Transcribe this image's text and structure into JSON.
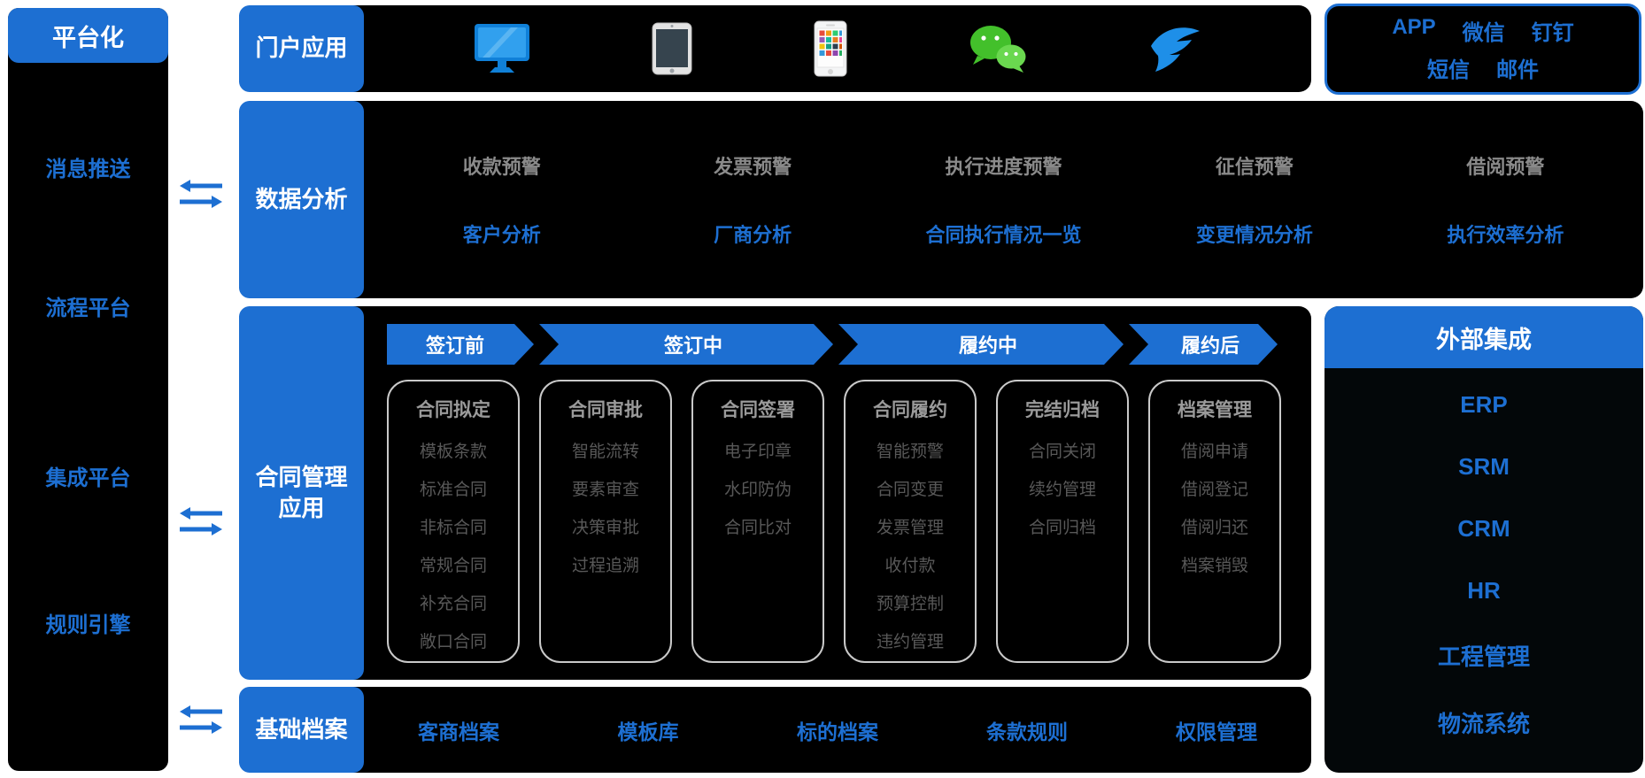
{
  "colors": {
    "accent_blue": "#1d6fd2",
    "panel_black": "#000000",
    "warning_gray": "#8a8a8a",
    "card_title_gray": "#9a9a9a",
    "card_item_gray": "#585858",
    "card_border_gray": "#c9c9c9",
    "wechat_green": "#43c02b",
    "device_blue": "#1e8fe8",
    "label_text_white": "#ffffff"
  },
  "sidebar": {
    "title": "平台化",
    "items": [
      "消息推送",
      "流程平台",
      "集成平台",
      "规则引擎"
    ]
  },
  "portal": {
    "label": "门户应用",
    "icons": [
      "desktop-icon",
      "tablet-icon",
      "smartphone-icon",
      "wechat-icon",
      "dingtalk-icon"
    ],
    "channels_row1": [
      "APP",
      "微信",
      "钉钉"
    ],
    "channels_row2": [
      "短信",
      "邮件"
    ]
  },
  "data_analysis": {
    "label": "数据分析",
    "warnings": [
      "收款预警",
      "发票预警",
      "执行进度预警",
      "征信预警",
      "借阅预警"
    ],
    "analyses": [
      "客户分析",
      "厂商分析",
      "合同执行情况一览",
      "变更情况分析",
      "执行效率分析"
    ]
  },
  "contract": {
    "label_line1": "合同管理",
    "label_line2": "应用",
    "stages": [
      "签订前",
      "签订中",
      "履约中",
      "履约后"
    ],
    "cards": [
      {
        "title": "合同拟定",
        "items": [
          "模板条款",
          "标准合同",
          "非标合同",
          "常规合同",
          "补充合同",
          "敞口合同"
        ]
      },
      {
        "title": "合同审批",
        "items": [
          "智能流转",
          "要素审查",
          "决策审批",
          "过程追溯"
        ]
      },
      {
        "title": "合同签署",
        "items": [
          "电子印章",
          "水印防伪",
          "合同比对"
        ]
      },
      {
        "title": "合同履约",
        "items": [
          "智能预警",
          "合同变更",
          "发票管理",
          "收付款",
          "预算控制",
          "违约管理"
        ]
      },
      {
        "title": "完结归档",
        "items": [
          "合同关闭",
          "续约管理",
          "合同归档"
        ]
      },
      {
        "title": "档案管理",
        "items": [
          "借阅申请",
          "借阅登记",
          "借阅归还",
          "档案销毁"
        ]
      }
    ]
  },
  "external": {
    "title": "外部集成",
    "items": [
      "ERP",
      "SRM",
      "CRM",
      "HR",
      "工程管理",
      "物流系统"
    ]
  },
  "base": {
    "label": "基础档案",
    "items": [
      "客商档案",
      "模板库",
      "标的档案",
      "条款规则",
      "权限管理"
    ]
  }
}
